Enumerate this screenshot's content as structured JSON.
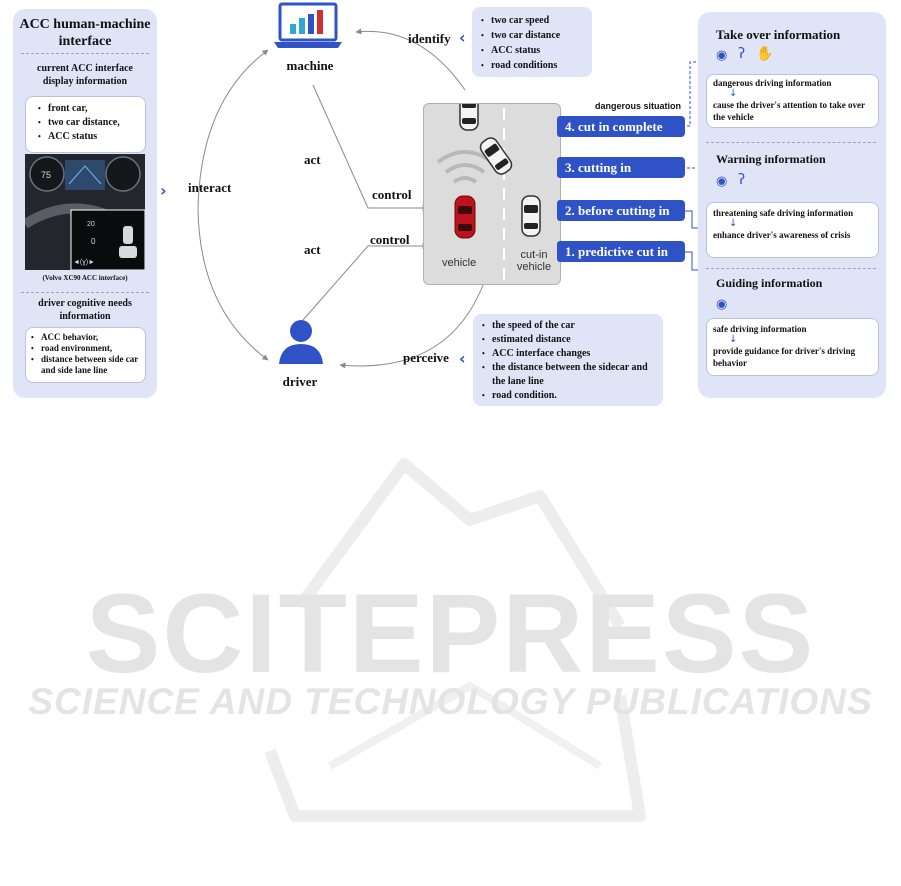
{
  "left_panel": {
    "title": "ACC human-machine interface",
    "section1_title": "current ACC interface display information",
    "section1_items": [
      "front car,",
      "two car distance,",
      "ACC status"
    ],
    "image_caption": "(Volvo XC90 ACC interface)",
    "section2_title": "driver cognitive needs information",
    "section2_items": [
      "ACC behavior,",
      "road environment,",
      "distance between side car and side lane line"
    ]
  },
  "center": {
    "machine_label": "machine",
    "driver_label": "driver",
    "interact_label": "interact",
    "identify_label": "identify",
    "perceive_label": "perceive",
    "act_top": "act",
    "act_bottom": "act",
    "control_top": "control",
    "control_bottom": "control",
    "vehicle_label": "vehicle",
    "cutin_label": "cut-in vehicle",
    "identify_items": [
      "two car speed",
      "two car distance",
      "ACC status",
      "road conditions"
    ],
    "perceive_items": [
      "the speed of the car",
      "estimated distance",
      "ACC interface changes",
      "the distance between the sidecar and the lane line",
      "road condition."
    ],
    "dangerous_situation": "dangerous situation",
    "stages": [
      "4. cut in complete",
      "3. cutting in",
      "2. before cutting in",
      "1. predictive cut in"
    ]
  },
  "right_panel": {
    "takeover_title": "Take over information",
    "takeover_line1": "dangerous driving information",
    "takeover_line2": "cause the driver's attention to take over the vehicle",
    "warning_title": "Warning information",
    "warning_line1": "threatening safe driving information",
    "warning_line2": "enhance driver's awareness of crisis",
    "guiding_title": "Guiding information",
    "guiding_line1": "safe driving information",
    "guiding_line2": "provide guidance for driver's driving behavior",
    "arrow_glyph": "↓"
  },
  "watermark": {
    "brand": "SCITEPRESS",
    "tagline": "SCIENCE AND TECHNOLOGY PUBLICATIONS"
  },
  "colors": {
    "panel_bg": "#dfe5f7",
    "accent_blue": "#2f53c6",
    "vehicle_red": "#c0121c"
  }
}
